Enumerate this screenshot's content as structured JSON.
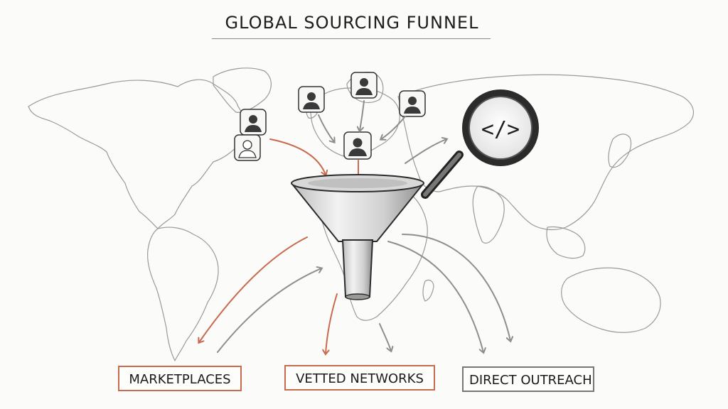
{
  "title": "GLOBAL SOURCING FUNNEL",
  "labels": {
    "marketplaces": "MARKETPLACES",
    "vetted_networks": "VETTED NETWORKS",
    "direct_outreach": "DIRECT OUTREACH"
  },
  "magnifier_symbol": "</>",
  "icons": [
    "person-avatar-icon",
    "funnel-icon",
    "magnifier-code-icon"
  ],
  "colors": {
    "accent_orange": "#c96a4f",
    "accent_gray": "#8e8e8e",
    "ink": "#2a2a2a",
    "map_line": "#9a9a9a"
  }
}
